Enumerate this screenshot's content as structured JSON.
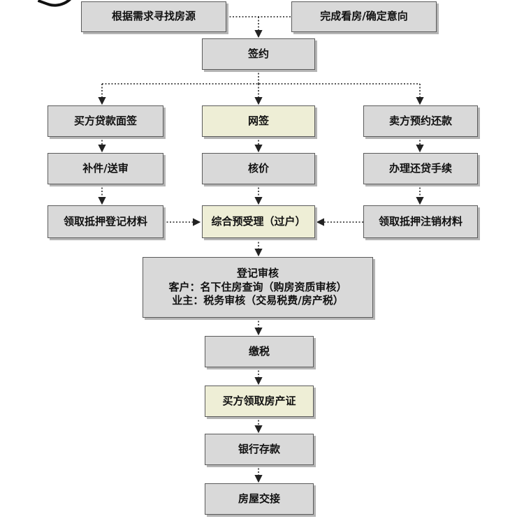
{
  "nodes": {
    "find_house": "根据需求寻找房源",
    "confirm_intent": "完成看房/确定意向",
    "sign": "签约",
    "buyer_loan": "买方贷款面签",
    "online_sign": "网签",
    "seller_repay": "卖方预约还款",
    "supplement": "补件/送审",
    "price_check": "核价",
    "repay_procedure": "办理还贷手续",
    "get_mortgage_registration_docs": "领取抵押登记材料",
    "comprehensive_acceptance": "综合预受理（过户）",
    "get_mortgage_cancel_docs": "领取抵押注销材料",
    "registration_review": {
      "title": "登记审核",
      "line1": "客户：名下住房查询（购房资质审核）",
      "line2": "业主：税务审核（交易税费/房产税）"
    },
    "pay_tax": "缴税",
    "buyer_get_certificate": "买方领取房产证",
    "bank_deposit": "银行存款",
    "handover": "房屋交接"
  },
  "colors": {
    "box_fill": "#d9d9d9",
    "highlight_fill": "#eeeed6",
    "border": "#5a5a5a",
    "connector": "#222222"
  }
}
